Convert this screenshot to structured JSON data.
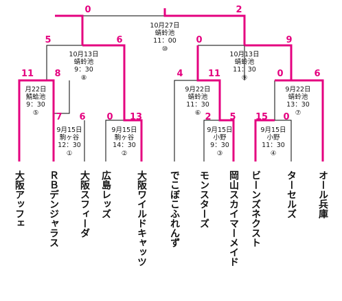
{
  "teams": [
    "大阪アッフェ",
    "ＲＢデンジャラス",
    "大阪スフィーダ",
    "広島レッズ",
    "大阪ワイルドキャッツ",
    "でこぼこふれんず",
    "モンスターズ",
    "岡山スカイマーメイド",
    "ビーンズネクスト",
    "ターセルズ",
    "オール兵庫"
  ],
  "matches": {
    "m1": {
      "date": "9月15日",
      "venue": "駒ヶ谷",
      "time": "12：30",
      "number": "①",
      "score_left": "7",
      "score_right": "6"
    },
    "m2": {
      "date": "9月15日",
      "venue": "駒ヶ谷",
      "time": "14：30",
      "number": "②",
      "score_left": "0",
      "score_right": "13"
    },
    "m3": {
      "date": "9月15日",
      "venue": "小野",
      "time": "9：30",
      "number": "③",
      "score_left": "2",
      "score_right": "5"
    },
    "m4": {
      "date": "9月15日",
      "venue": "小野",
      "time": "11：30",
      "number": "④",
      "score_left": "15",
      "score_right": "0"
    },
    "m5": {
      "date": "月22日",
      "venue": "鯖蛤池",
      "time": "9：30",
      "number": "⑤",
      "score_left": "11",
      "score_right": "8"
    },
    "m6": {
      "date": "9月22日",
      "venue": "蜻蛉池",
      "time": "11：30",
      "number": "⑥",
      "score_left": "4",
      "score_right": "11"
    },
    "m7": {
      "date": "9月22日",
      "venue": "蜻蛉池",
      "time": "13：30",
      "number": "⑦",
      "score_left": "0",
      "score_right": "6"
    },
    "m8": {
      "date": "10月13日",
      "venue": "蜻蛉池",
      "time": "9：30",
      "number": "⑧",
      "score_left": "5",
      "score_right": "6"
    },
    "m9": {
      "date": "10月13日",
      "venue": "蜻蛉池",
      "time": "11：30",
      "number": "⑨",
      "score_left": "0",
      "score_right": "9"
    },
    "m10": {
      "date": "10月27日",
      "venue": "蜻蛉池",
      "time": "11：00",
      "number": "⑩",
      "score_left": "0",
      "score_right": "2"
    }
  },
  "colors": {
    "winner_line": "#e4007f",
    "score": "#e4007f",
    "line": "#000000"
  }
}
